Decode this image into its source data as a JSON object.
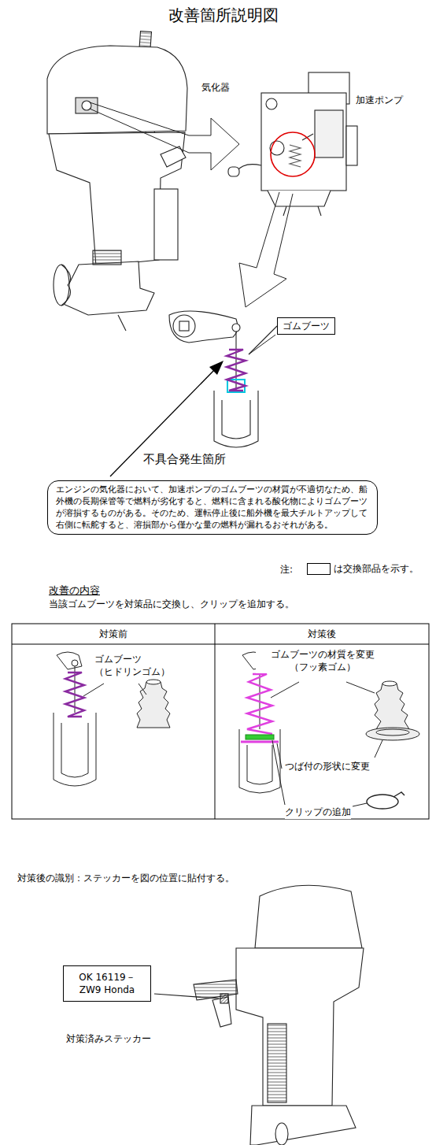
{
  "diagram": {
    "title": "改善箇所説明図",
    "nodes": [
      {
        "text": [
          "ゴムブーツ"
        ]
      },
      {
        "text": [
          "エンジンの気化器において、加速ポンプのゴムブーツの材質が不適切なため、船外機の長期保管等で燃料が劣化すると、燃料に含まれる酸化物によりゴムブーツが溶損するものがある。そのため、運転停止後に船外機を最大チルトアップして右側に転舵すると、溶損部から僅かな量の燃料が漏れるおそれがある。"
        ]
      },
      {
        "text": [
          "OK 16119－ZW9 Honda"
        ]
      }
    ],
    "labels": [
      "気化器",
      "加速ポンプ",
      "不具合発生箇所",
      "注:",
      "改善の内容",
      "当該ゴムブーツを対策品に交換し、クリップを追加する。",
      "対策前",
      "対策後",
      "ゴムブーツ （ヒドリンゴム）",
      "ゴムブーツの材質を変更 （フッ素ゴム）",
      "つば付の形状に変更",
      "クリップの追加",
      "対策後の識別：ステッカーを図の位置に貼付する。",
      "対策済みステッカー"
    ],
    "legend": [
      {
        "text": "は交換部品を示す。"
      }
    ]
  }
}
